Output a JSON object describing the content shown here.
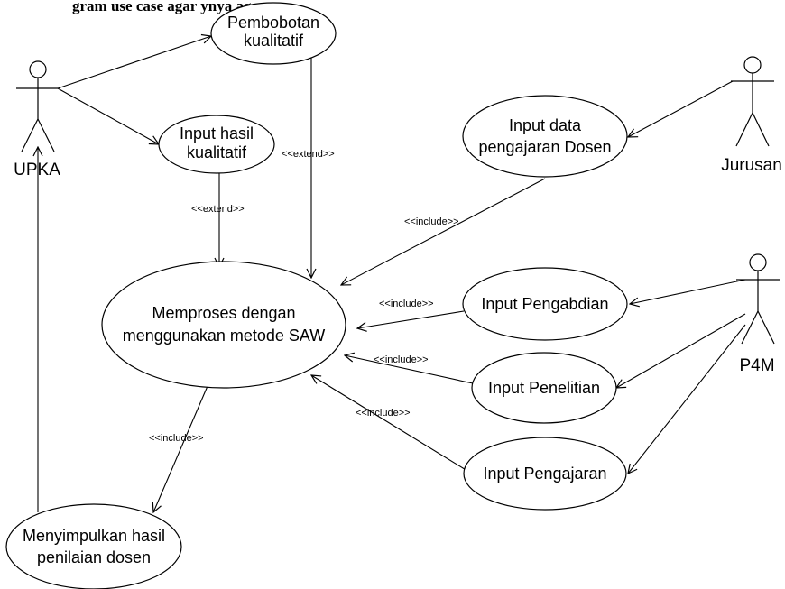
{
  "header": {
    "cropped_title": "gram use case agar ynya agar"
  },
  "actors": {
    "upka": "UPKA",
    "jurusan": "Jurusan",
    "p4m": "P4M"
  },
  "use_cases": {
    "pembobotan": [
      "Pembobotan",
      "kualitatif"
    ],
    "input_hasil": [
      "Input hasil",
      "kualitatif"
    ],
    "input_data": [
      "Input data",
      "pengajaran Dosen"
    ],
    "memproses": [
      "Memproses dengan",
      "menggunakan metode SAW"
    ],
    "pengabdian": [
      "Input Pengabdian"
    ],
    "penelitian": [
      "Input Penelitian"
    ],
    "pengajaran": [
      "Input Pengajaran"
    ],
    "menyimpulkan": [
      "Menyimpulkan hasil",
      "penilaian dosen"
    ]
  },
  "stereotypes": {
    "extend": "<<extend>>",
    "include": "<<include>>"
  }
}
